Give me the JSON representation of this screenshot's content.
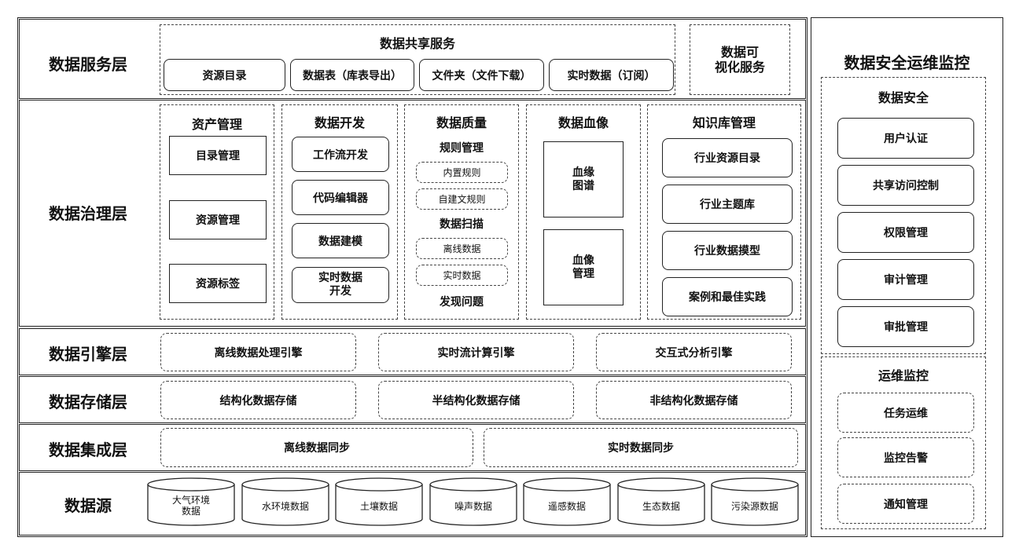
{
  "layers": {
    "service": "数据服务层",
    "governance": "数据治理层",
    "engine": "数据引擎层",
    "storage": "数据存储层",
    "integration": "数据集成层",
    "source": "数据源"
  },
  "service": {
    "sharing_title": "数据共享服务",
    "items": [
      "资源目录",
      "数据表（库表导出）",
      "文件夹（文件下载）",
      "实时数据（订阅）"
    ],
    "visual": "数据可\n视化服务"
  },
  "asset": {
    "title": "资产管理",
    "items": [
      "目录管理",
      "资源管理",
      "资源标签"
    ]
  },
  "dev": {
    "title": "数据开发",
    "items": [
      "工作流开发",
      "代码编辑器",
      "数据建模",
      "实时数据\n开发"
    ]
  },
  "quality": {
    "title": "数据质量",
    "rule_title": "规则管理",
    "rules": [
      "内置规则",
      "自建文规则"
    ],
    "scan_title": "数据扫描",
    "scans": [
      "离线数据",
      "实时数据"
    ],
    "issue": "发现问题"
  },
  "lineage": {
    "title": "数据血像",
    "items": [
      "血缘\n图谱",
      "血像\n管理"
    ]
  },
  "knowledge": {
    "title": "知识库管理",
    "items": [
      "行业资源目录",
      "行业主题库",
      "行业数据摸型",
      "案例和最佳实践"
    ]
  },
  "engine": {
    "items": [
      "离线数据处理引擎",
      "实时流计算引擎",
      "交互式分析引擎"
    ]
  },
  "storage": {
    "items": [
      "结构化数据存储",
      "半结构化数据存储",
      "非结构化数据存储"
    ]
  },
  "integration": {
    "items": [
      "离线数据同步",
      "实时数据同步"
    ]
  },
  "sources": [
    "大气环境\n数据",
    "水环境数据",
    "土壤数据",
    "噪声数据",
    "遥感数据",
    "生态数据",
    "污染源数据"
  ],
  "security": {
    "title": "数据安全运维监控",
    "sec_title": "数据安全",
    "sec_items": [
      "用户认证",
      "共享访问控制",
      "权限管理",
      "审计管理",
      "审批管理"
    ],
    "ops_title": "运维监控",
    "ops_items": [
      "任务运维",
      "监控告警",
      "通知管理"
    ]
  }
}
